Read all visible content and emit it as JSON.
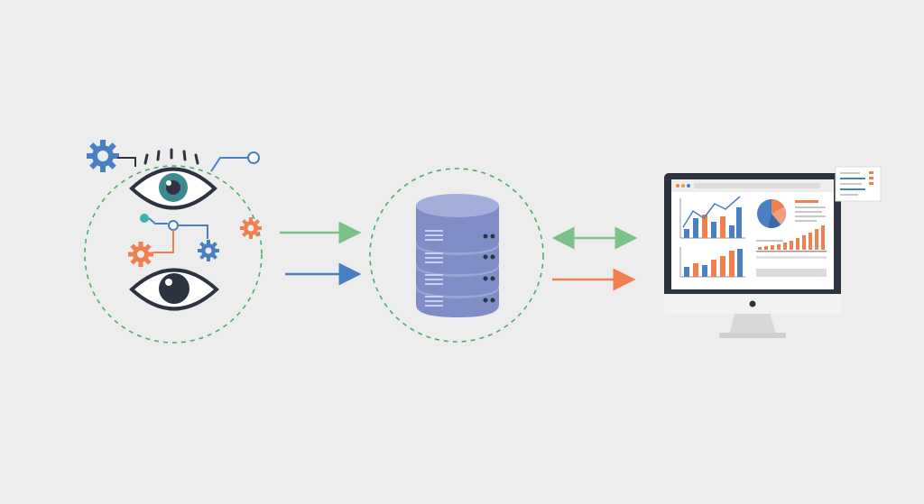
{
  "diagram": {
    "background": "#ededed",
    "nodes": [
      {
        "id": "observation",
        "icon": "eyes-with-gears-icon",
        "label": ""
      },
      {
        "id": "database",
        "icon": "database-cylinder-icon",
        "label": ""
      },
      {
        "id": "dashboard",
        "icon": "monitor-analytics-icon",
        "label": ""
      }
    ],
    "connectors": [
      {
        "from": "observation",
        "to": "database",
        "style": "arrow",
        "color": "#7cc08a"
      },
      {
        "from": "observation",
        "to": "database",
        "style": "arrow",
        "color": "#4a7fc1"
      },
      {
        "from": "database",
        "to": "dashboard",
        "style": "double-arrow",
        "color": "#7cc08a"
      },
      {
        "from": "database",
        "to": "dashboard",
        "style": "arrow",
        "color": "#f08050"
      }
    ],
    "colors": {
      "green": "#7cc08a",
      "blue": "#4a7fc1",
      "orange": "#f08050",
      "dark": "#2d3440",
      "teal": "#3c8a8e",
      "db_fill": "#8a96cc",
      "dashed_circle": "#4cae66"
    }
  }
}
